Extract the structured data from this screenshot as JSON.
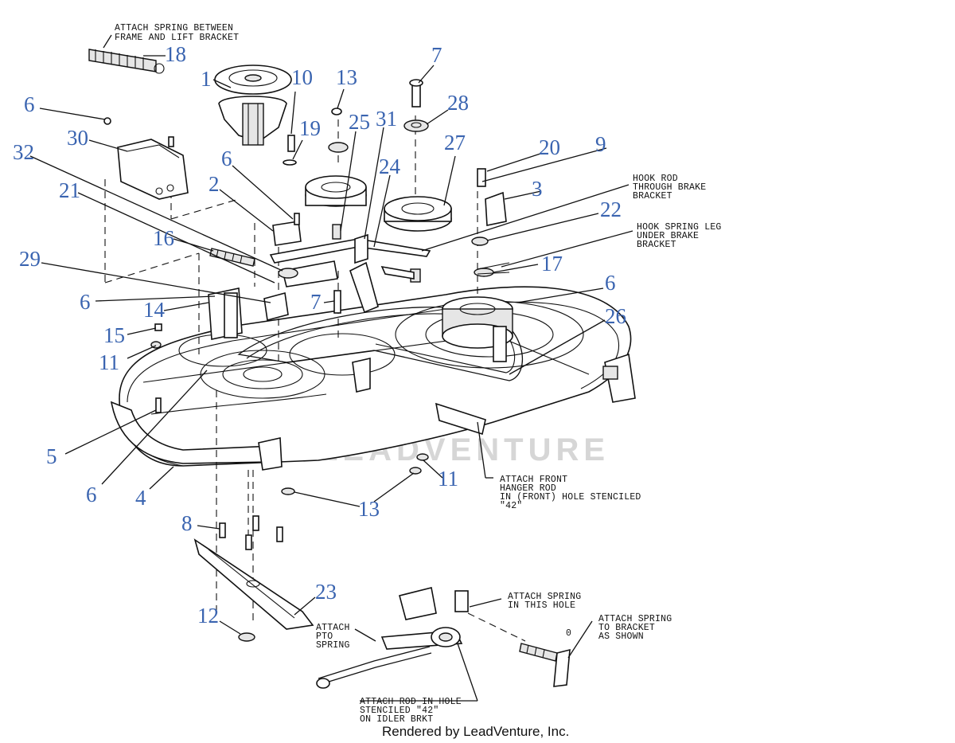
{
  "diagram": {
    "part_numbers": {
      "p1": "1",
      "p2": "2",
      "p3": "3",
      "p4": "4",
      "p5": "5",
      "p6a": "6",
      "p6b": "6",
      "p6c": "6",
      "p6d": "6",
      "p6e": "6",
      "p7a": "7",
      "p7b": "7",
      "p8": "8",
      "p9": "9",
      "p10": "10",
      "p11a": "11",
      "p11b": "11",
      "p12": "12",
      "p13a": "13",
      "p13b": "13",
      "p14": "14",
      "p15": "15",
      "p16": "16",
      "p17": "17",
      "p18": "18",
      "p19": "19",
      "p20": "20",
      "p21": "21",
      "p22": "22",
      "p23": "23",
      "p24": "24",
      "p25": "25",
      "p26": "26",
      "p27": "27",
      "p28": "28",
      "p29": "29",
      "p30": "30",
      "p31": "31",
      "p32": "32"
    },
    "notes": {
      "spring_frame": [
        "ATTACH SPRING BETWEEN",
        "FRAME AND LIFT BRACKET"
      ],
      "hook_rod": [
        "HOOK ROD",
        "THROUGH BRAKE",
        "BRACKET"
      ],
      "hook_spring": [
        "HOOK SPRING LEG",
        "UNDER BRAKE",
        "BRACKET"
      ],
      "front_hanger": [
        "ATTACH FRONT",
        "HANGER ROD",
        "IN (FRONT) HOLE STENCILED",
        "\"42\""
      ],
      "spring_hole": [
        "ATTACH SPRING",
        "IN THIS HOLE"
      ],
      "spring_bracket": [
        "ATTACH SPRING",
        "TO BRACKET",
        "AS SHOWN"
      ],
      "pto_spring": [
        "ATTACH",
        "PTO",
        "SPRING"
      ],
      "rod_hole": [
        "ATTACH ROD IN HOLE",
        "STENCILED \"42\"",
        "ON IDLER BRKT"
      ]
    },
    "watermark": "LEADVENTURE",
    "footer": "Rendered by LeadVenture, Inc."
  }
}
